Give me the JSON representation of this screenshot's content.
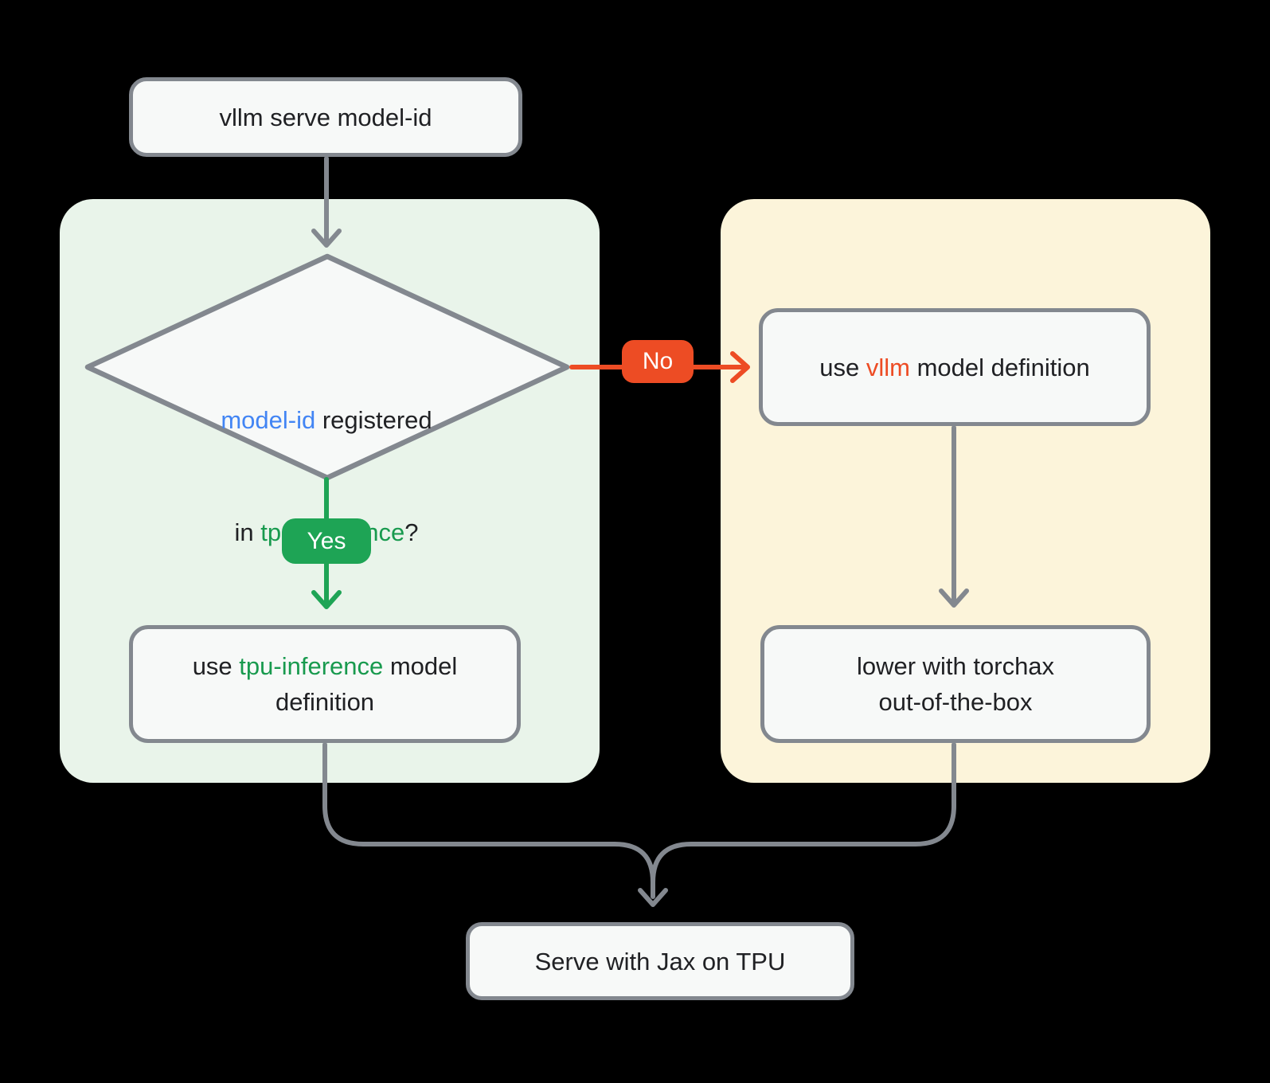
{
  "colors": {
    "bg": "#000000",
    "panelGreen": "#E9F4EA",
    "panelYellow": "#FCF4DA",
    "nodeFill": "#F7F9F8",
    "strokeGray": "#83888F",
    "ink": "#202124",
    "blue": "#4285F4",
    "green": "#1EA455",
    "greenText": "#189A4E",
    "orange": "#ED4C24"
  },
  "nodes": {
    "start": {
      "label": "vllm serve model-id"
    },
    "decision": {
      "l1a": "model-id",
      "l1b": " registered",
      "l2a": "in ",
      "l2b": "tpu-inference",
      "l2c": "?"
    },
    "yes_label": "Yes",
    "no_label": "No",
    "use_vllm": {
      "a": "use ",
      "b": "vllm",
      "c": " model definition"
    },
    "use_tpu": {
      "a": "use ",
      "b": "tpu-inference",
      "c": " model",
      "d": "definition"
    },
    "torchax": {
      "line1": "lower with torchax",
      "line2": "out-of-the-box"
    },
    "serve": {
      "label": "Serve with Jax on TPU"
    }
  }
}
